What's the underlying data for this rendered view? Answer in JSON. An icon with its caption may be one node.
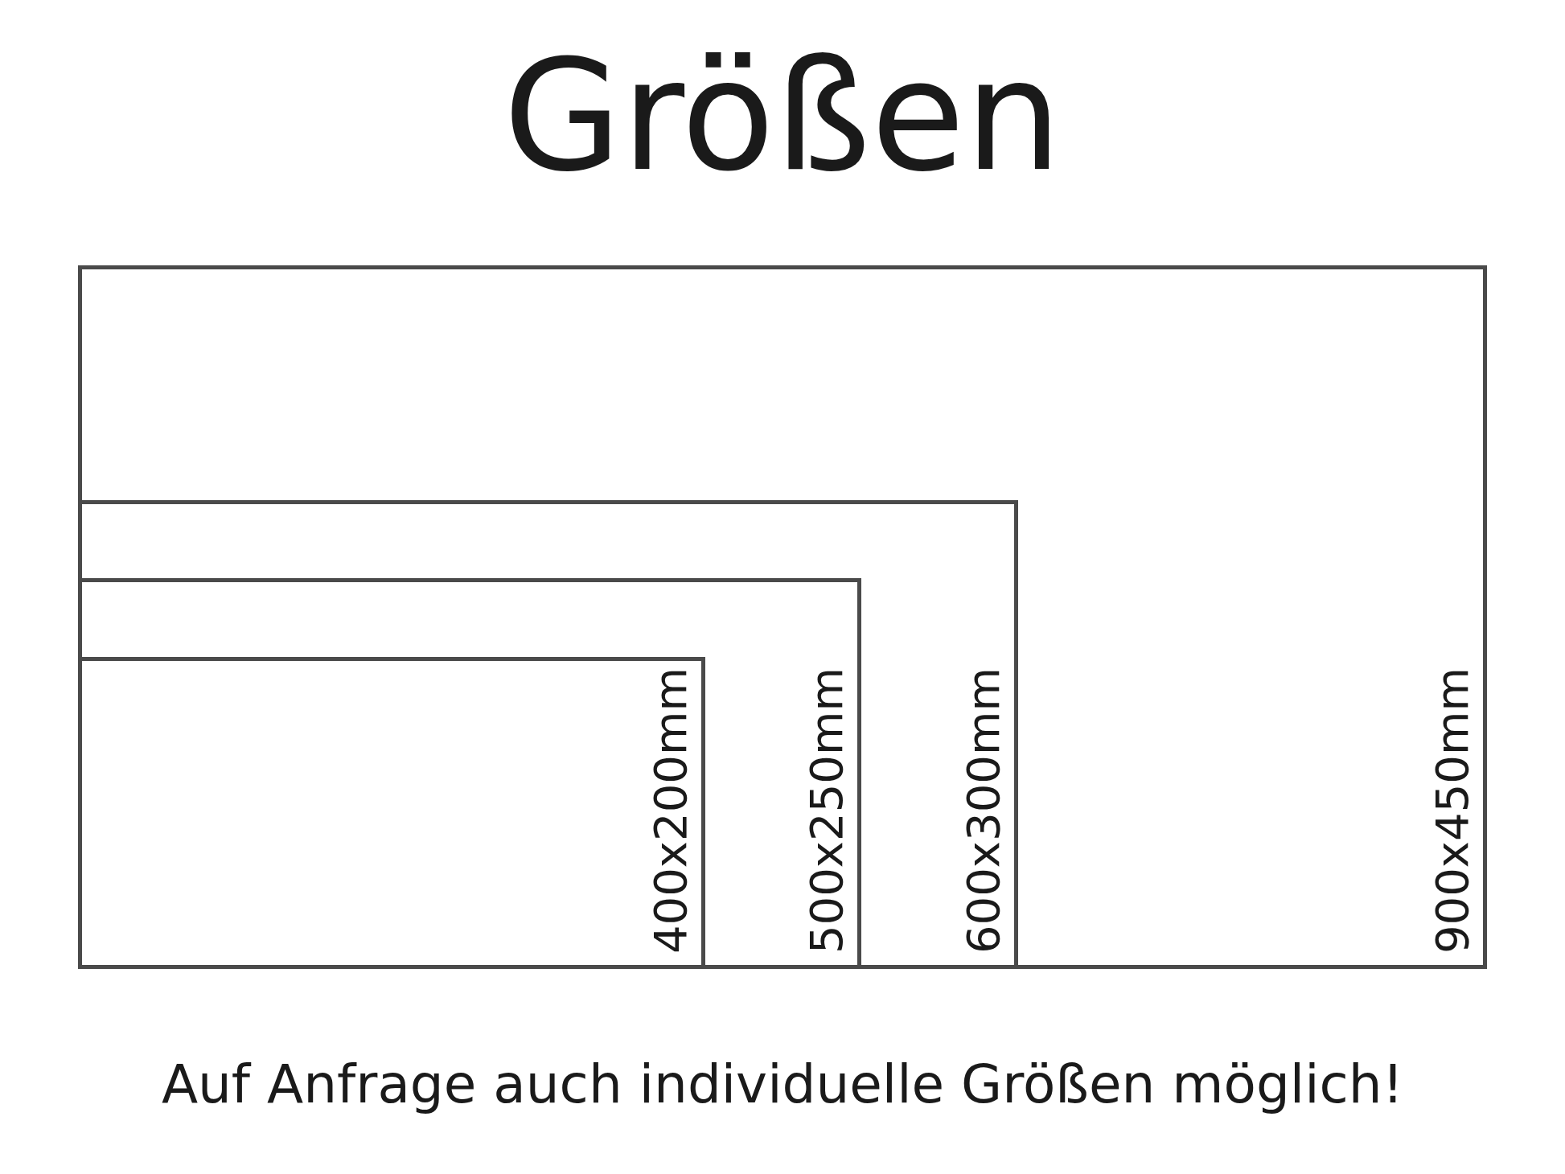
{
  "diagram": {
    "title": "Größen",
    "caption": "Auf Anfrage auch individuelle Größen möglich!",
    "nodes": [
      {
        "text": [
          "900x450mm"
        ]
      },
      {
        "text": [
          "600x300mm"
        ],
        "in": 0
      },
      {
        "text": [
          "500x250mm"
        ],
        "in": 1
      },
      {
        "text": [
          "400x200mm"
        ],
        "in": 2
      }
    ],
    "edges": []
  }
}
